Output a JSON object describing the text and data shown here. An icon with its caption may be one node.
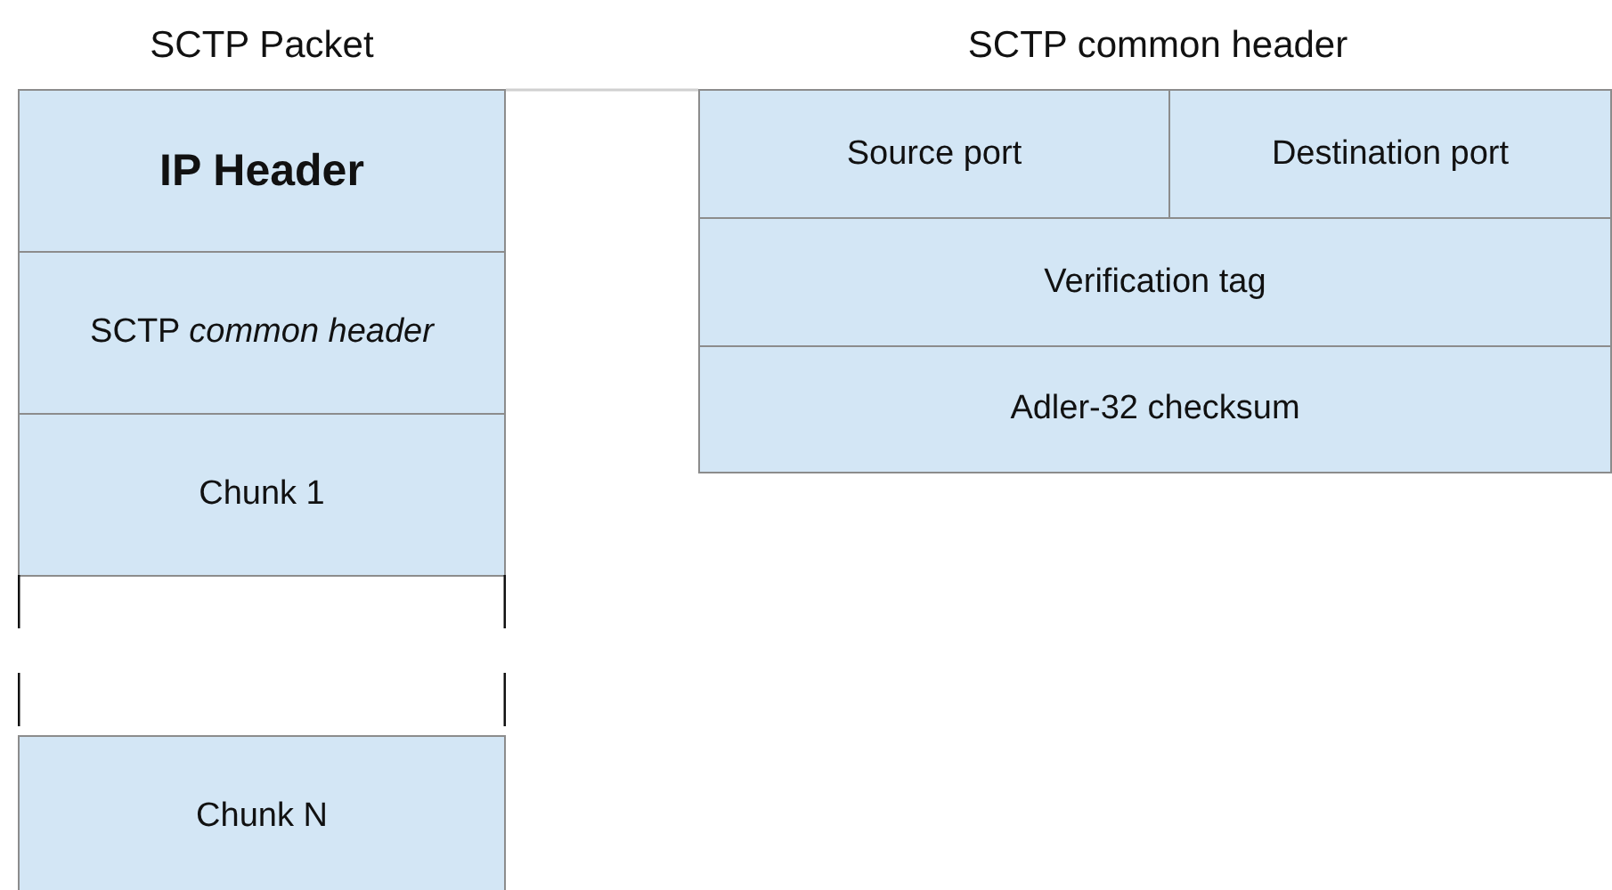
{
  "diagram": {
    "nodes": [
      {
        "text": [
          "IP Header"
        ]
      },
      {
        "text": [
          "SCTP *common header*"
        ]
      },
      {
        "text": [
          "Chunk 1"
        ]
      },
      {
        "text": [],
        "shape": "box"
      },
      {
        "text": [
          "Chunk N"
        ]
      },
      {
        "text": [
          "Source port"
        ]
      },
      {
        "text": [
          "Destination port"
        ]
      },
      {
        "text": [
          "Verification tag"
        ]
      },
      {
        "text": [
          "Adler-32 checksum"
        ]
      }
    ],
    "edges": [
      {
        "from": 0,
        "to": 5,
        "arrow": "none",
        "color": "#d0d0d0"
      }
    ],
    "labels": [
      "SCTP Packet",
      "SCTP common header"
    ]
  }
}
